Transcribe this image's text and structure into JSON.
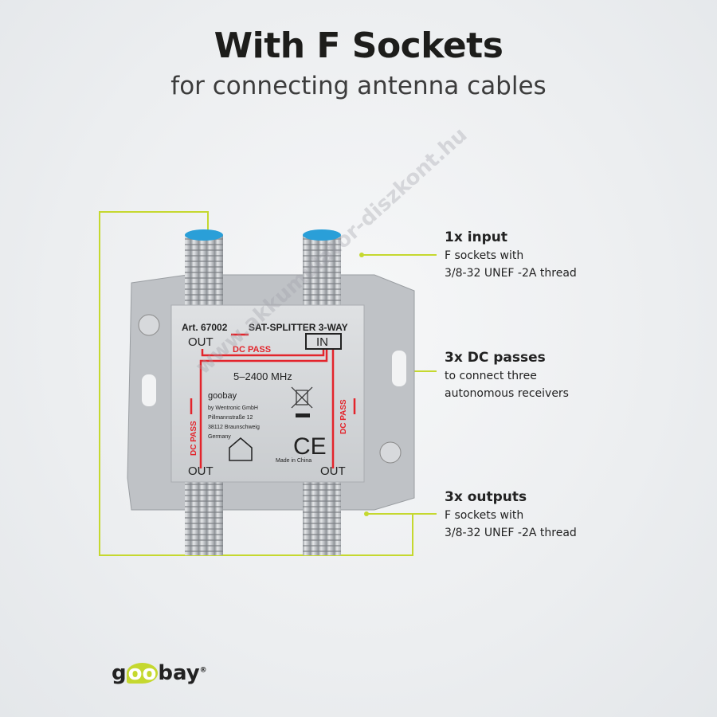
{
  "header": {
    "title": "With F Sockets",
    "subtitle": "for connecting antenna cables"
  },
  "features": [
    {
      "heading": "1x input",
      "line1": "F sockets with",
      "line2": "3/8-32 UNEF -2A thread"
    },
    {
      "heading": "3x DC passes",
      "line1": "to connect three",
      "line2": "autonomous receivers"
    },
    {
      "heading": "3x outputs",
      "line1": "F sockets with",
      "line2": "3/8-32 UNEF -2A thread"
    }
  ],
  "product_label": {
    "article": "Art. 67002",
    "name": "SAT-SPLITTER 3-WAY",
    "out": "OUT",
    "in": "IN",
    "dc_pass": "DC PASS",
    "frequency": "5–2400 MHz",
    "brand": "goobay",
    "maker": "by Wentronic GmbH",
    "street": "Pillmannstraße 12",
    "city": "38112 Braunschweig",
    "country": "Germany",
    "ce": "CE",
    "origin": "Made in China"
  },
  "logo": {
    "pre": "g",
    "oo": "oo",
    "post": "bay",
    "reg": "®"
  },
  "watermark": "www.akkumulator-diszkont.hu",
  "colors": {
    "accent": "#c5d82f",
    "label_red": "#e3242b",
    "socket_blue": "#2a9fd8"
  }
}
